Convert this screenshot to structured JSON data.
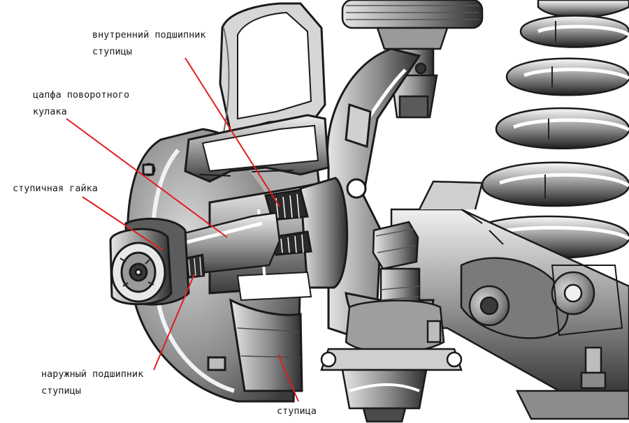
{
  "labels": {
    "inner_bearing": {
      "line1": "внутренний подшипник",
      "line2": "ступицы"
    },
    "knuckle_pin": {
      "line1": "цапфа поворотного",
      "line2": "кулака"
    },
    "hub_nut": {
      "line1": "ступичная гайка"
    },
    "outer_bearing": {
      "line1": "наружный подшипник",
      "line2": "ступицы"
    },
    "hub": {
      "line1": "ступица"
    }
  },
  "colors": {
    "leader_line": "#e01e1e",
    "ink": "#1a1a1a"
  }
}
